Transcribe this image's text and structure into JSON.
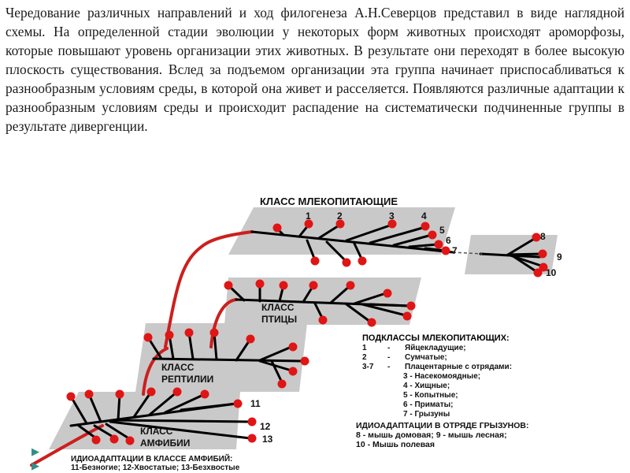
{
  "intro_text": "Чередование различных направлений и ход филогенеза А.Н.Северцов представил в виде наглядной схемы. На определенной стадии эволюции у некоторых форм животных происходят ароморфозы, которые повышают уровень организации этих животных. В результате они переходят в более высокую плоскость существования. Вслед за подъемом организации эта группа начинает приспосабливаться к разнообразным условиям среды, в которой она живет и расселяется. Появляются различные адаптации к разнообразным условиям среды и происходит распадение на систематически подчиненные группы в результате дивергенции.",
  "classes": {
    "mammals": "КЛАСС МЛЕКОПИТАЮЩИЕ",
    "birds_line1": "КЛАСС",
    "birds_line2": "ПТИЦЫ",
    "reptiles_line1": "КЛАСС",
    "reptiles_line2": "РЕПТИЛИИ",
    "amphibians_line1": "КЛАСС",
    "amphibians_line2": "АМФИБИИ"
  },
  "numbers": {
    "n1": "1",
    "n2": "2",
    "n3": "3",
    "n4": "4",
    "n5": "5",
    "n6": "6",
    "n7": "7",
    "n8": "8",
    "n9": "9",
    "n10": "10",
    "n11": "11",
    "n12": "12",
    "n13": "13"
  },
  "subclasses": {
    "title": "ПОДКЛАССЫ МЛЕКОПИТАЮЩИХ:",
    "rows": [
      {
        "num": "1",
        "dash": "-",
        "text": "Яйцекладущие;"
      },
      {
        "num": "2",
        "dash": "-",
        "text": "Сумчатые;"
      },
      {
        "num": "3-7",
        "dash": "-",
        "text": "Плацентарные с отрядами:"
      }
    ],
    "orders": [
      "3 - Насекомоядные;",
      "4 - Хищные;",
      "5 - Копытные;",
      "6 - Приматы;",
      "7 - Грызуны"
    ]
  },
  "rodents": {
    "title": "ИДИОАДАПТАЦИИ В ОТРЯДЕ ГРЫЗУНОВ:",
    "line1": "8 - мышь домовая; 9 - мышь лесная;",
    "line2": "10 - Мышь полевая"
  },
  "amphibia_note": {
    "title": "ИДИОАДАПТАЦИИ В КЛАССЕ АМФИБИЙ:",
    "line1": "11-Безногие; 12-Хвостатые; 13-Безхвостые"
  },
  "colors": {
    "plane": "#c9c9c9",
    "branch": "#000000",
    "trunk": "#cc1f1f",
    "node": "#e01515",
    "arrow": "#2f8f86"
  },
  "icons": {
    "bullet": "arrow-right-icon"
  }
}
